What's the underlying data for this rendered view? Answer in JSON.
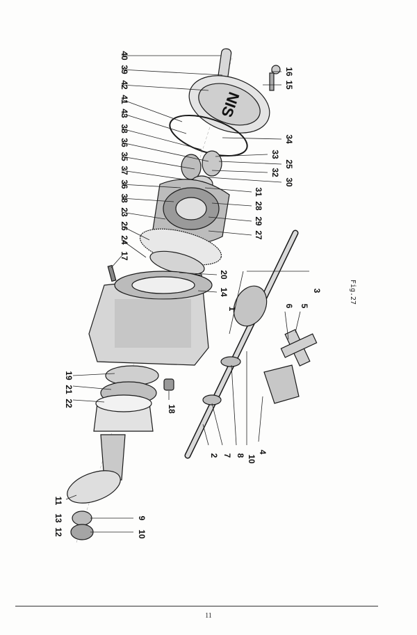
{
  "figure": {
    "caption": "Fig.27",
    "logo_text": "NIS"
  },
  "callouts": {
    "top_row": [
      "40",
      "39",
      "42",
      "41",
      "43",
      "38",
      "36",
      "35",
      "37",
      "36",
      "38",
      "23",
      "26",
      "24",
      "17"
    ],
    "right_upper": [
      "16",
      "15",
      "34",
      "33",
      "25",
      "32",
      "30",
      "31",
      "28",
      "29",
      "27",
      "20",
      "14",
      "1"
    ],
    "right_lower": [
      "3",
      "5",
      "6"
    ],
    "left_middle": [
      "19",
      "21",
      "22",
      "18"
    ],
    "bottom_row": [
      "2",
      "7",
      "8",
      "10",
      "4"
    ],
    "left_bottom": [
      "11",
      "13",
      "12",
      "9",
      "10"
    ]
  },
  "footer": {
    "page_number": "11"
  },
  "colors": {
    "ink": "#1a1a1a",
    "paper": "#fdfdfc"
  }
}
